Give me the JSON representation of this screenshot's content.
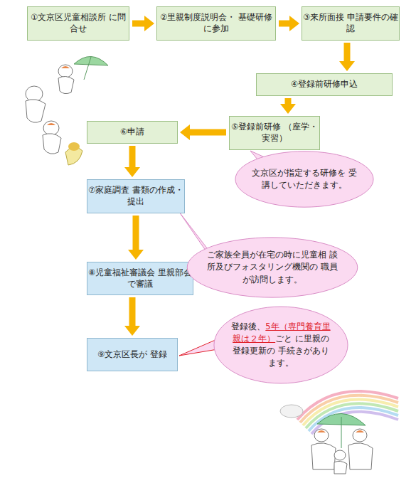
{
  "diagram": {
    "nodes": [
      {
        "text": [
          "①文京区児童相談所 に問合せ"
        ]
      },
      {
        "text": [
          "②里親制度説明会・ 基礎研修に参加"
        ]
      },
      {
        "text": [
          "③来所面接 申請要件の確認"
        ]
      },
      {
        "text": [
          "④登録前研修申込"
        ]
      },
      {
        "text": [
          "⑤登録前研修 （座学・実習）"
        ]
      },
      {
        "text": [
          "⑥申請"
        ]
      },
      {
        "text": [
          "⑦家庭調査 書類の作成・提出"
        ]
      },
      {
        "text": [
          "⑧児童福祉審議会 里親部会で審議"
        ]
      },
      {
        "text": [
          "⑨文京区長が 登録"
        ]
      },
      {
        "text": [
          "文京区が指定する研修を 受講していただきます。"
        ]
      },
      {
        "text": [
          "ご家族全員が在宅の時に児童相 談所及びフォスタリング機関の 職員が訪問します。"
        ]
      },
      {
        "text": [
          "登録後、",
          "5年（専門養育里親は２年）",
          "ごと に里親の登録更新の 手続きがあります。"
        ]
      }
    ],
    "edges": [
      {
        "from": 0,
        "to": 1,
        "arrow": "to"
      },
      {
        "from": 1,
        "to": 2,
        "arrow": "to"
      },
      {
        "from": 2,
        "to": 3,
        "arrow": "to"
      },
      {
        "from": 3,
        "to": 4,
        "arrow": "to"
      },
      {
        "from": 4,
        "to": 5,
        "arrow": "to"
      },
      {
        "from": 5,
        "to": 6,
        "arrow": "to"
      },
      {
        "from": 6,
        "to": 7,
        "arrow": "to"
      },
      {
        "from": 7,
        "to": 8,
        "arrow": "to"
      }
    ]
  }
}
